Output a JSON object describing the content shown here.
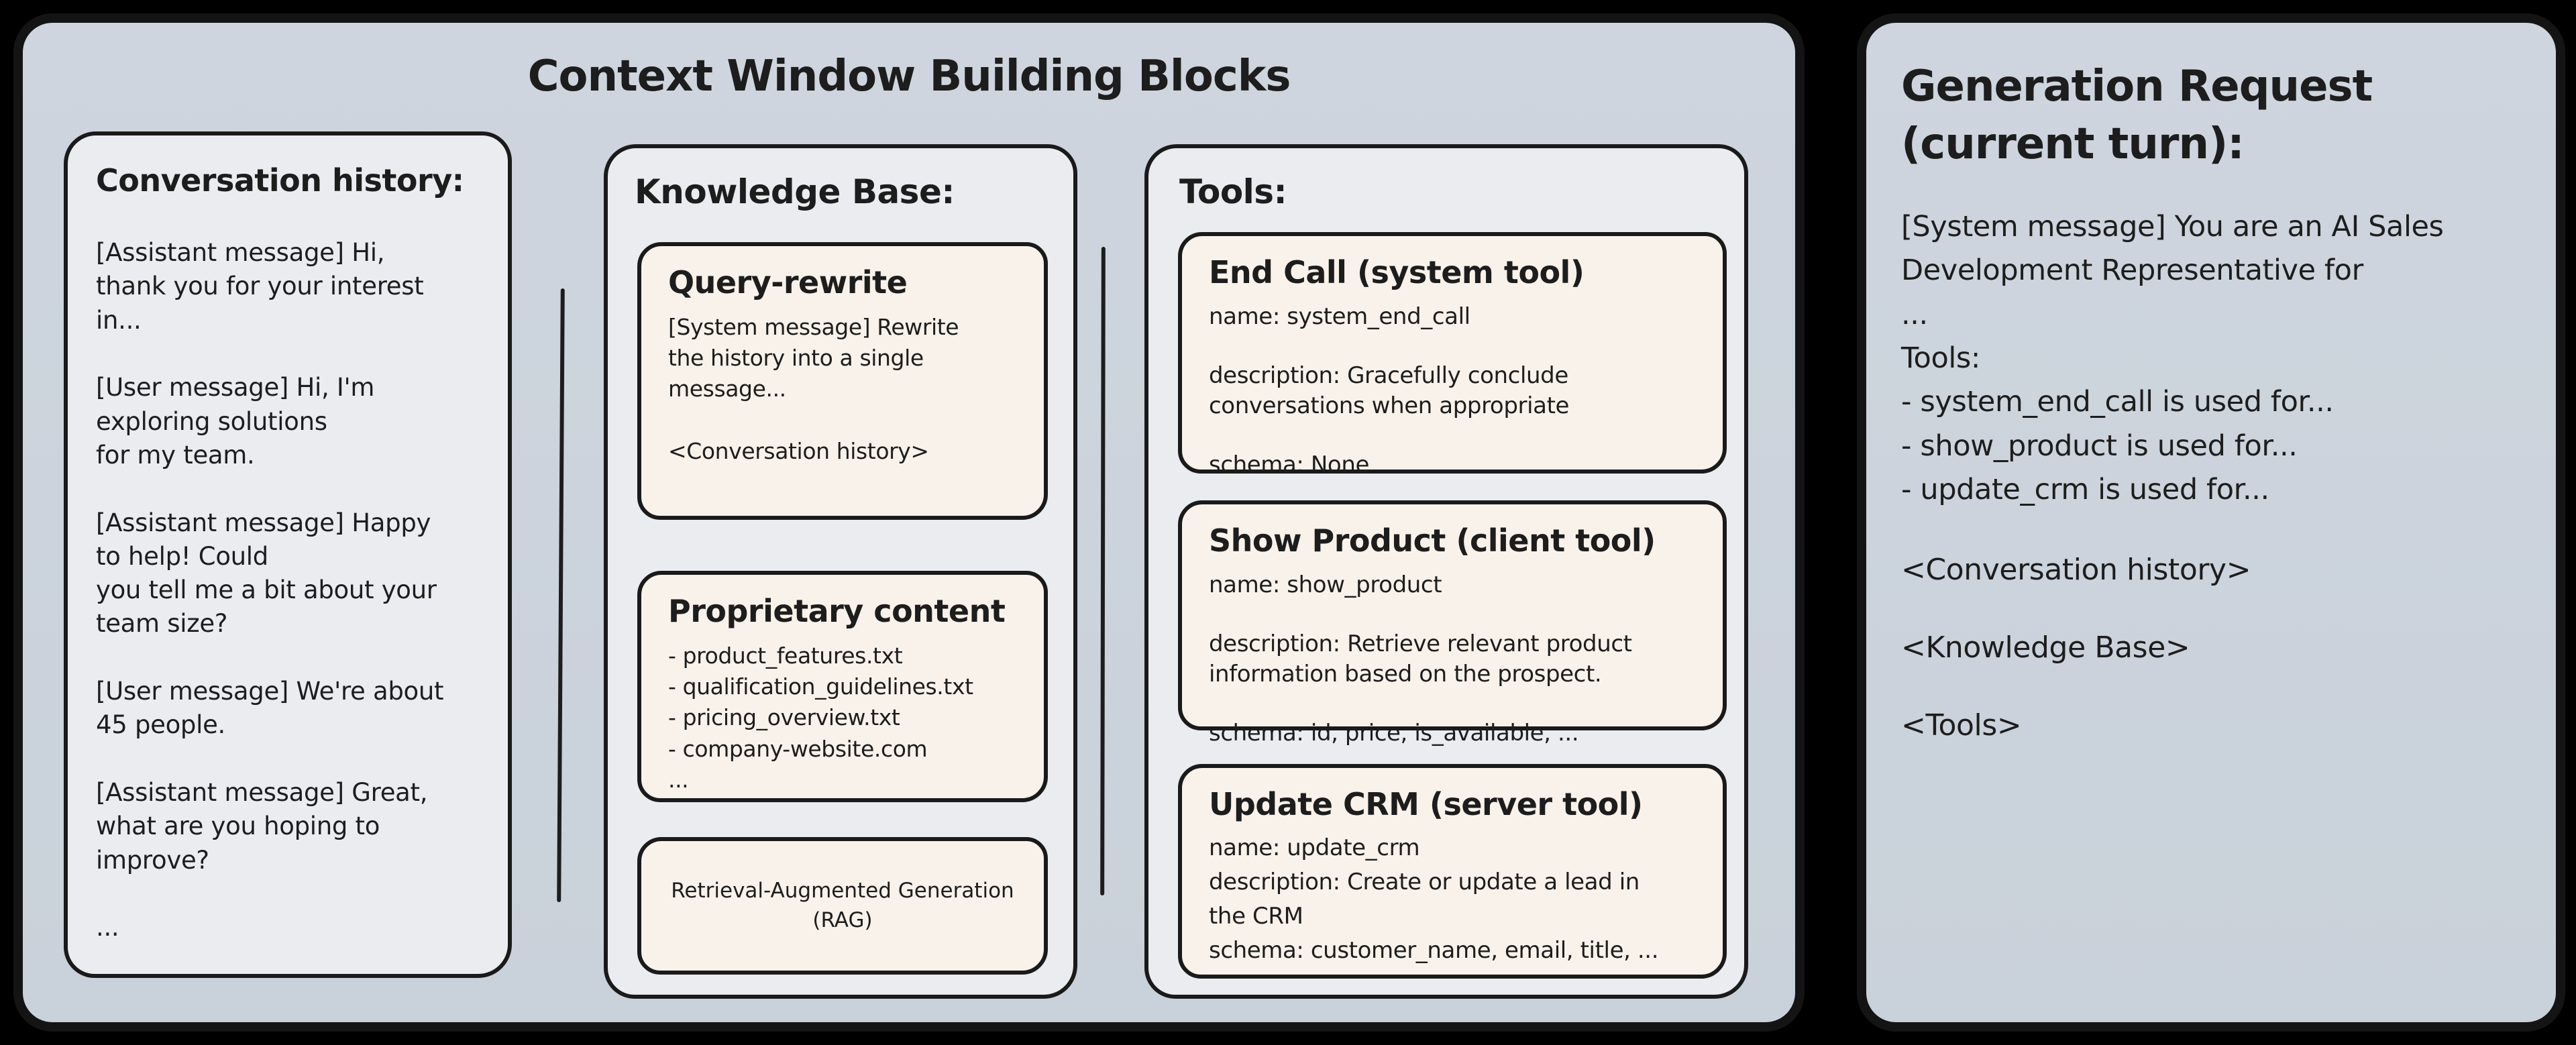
{
  "title": "Context Window Building Blocks",
  "colors": {
    "page_background": "#000000",
    "container_fill": "#ccd3dc",
    "panel_fill": "#eaecf0",
    "card_fill": "#f8f2ea",
    "stroke": "#1a1a1a",
    "text": "#1d1d1d"
  },
  "panels": {
    "conversation": {
      "heading": "Conversation history:",
      "body": "[Assistant message] Hi,\nthank you for your interest\nin...\n\n[User message] Hi, I'm\nexploring solutions\nfor my team.\n\n[Assistant message] Happy\nto help! Could\nyou tell me a bit about your\nteam size?\n\n[User message] We're about\n45 people.\n\n[Assistant message] Great,\nwhat are you hoping to\nimprove?\n\n..."
    },
    "knowledge_base": {
      "heading": "Knowledge Base:",
      "cards": [
        {
          "title": "Query-rewrite",
          "body": "[System message] Rewrite\nthe history into a single\nmessage...\n\n<Conversation history>"
        },
        {
          "title": "Proprietary content",
          "body": "- product_features.txt\n- qualification_guidelines.txt\n- pricing_overview.txt\n- company-website.com\n..."
        }
      ],
      "rag_label": "Retrieval-Augmented Generation\n(RAG)"
    },
    "tools": {
      "heading": "Tools:",
      "cards": [
        {
          "title": "End Call (system tool)",
          "body": "name: system_end_call\n\ndescription: Gracefully conclude\nconversations when appropriate\n\nschema: None"
        },
        {
          "title": "Show Product (client tool)",
          "body": "name: show_product\n\ndescription: Retrieve relevant product\ninformation based on the prospect.\n\nschema: id, price, is_available, ..."
        },
        {
          "title": "Update CRM (server tool)",
          "body": "name: update_crm\ndescription: Create or update a lead in\nthe CRM\nschema: customer_name, email, title, ..."
        }
      ]
    }
  },
  "generation_request": {
    "heading": "Generation Request\n(current turn):",
    "body": "[System message] You are an AI Sales\nDevelopment Representative for\n...\nTools:\n- system_end_call is used for...\n- show_product is used for...\n- update_crm is used for...",
    "placeholders": [
      "<Conversation history>",
      "<Knowledge Base>",
      "<Tools>"
    ]
  }
}
